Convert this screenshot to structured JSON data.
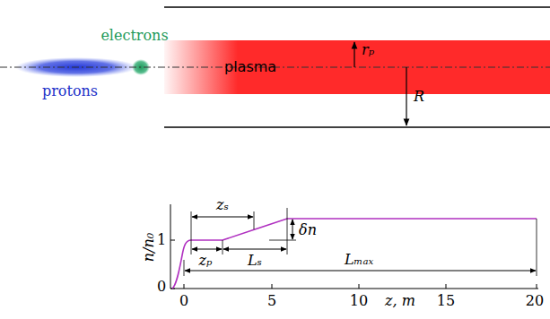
{
  "diagram": {
    "nodes": [
      {
        "text": [
          "plasma"
        ]
      }
    ],
    "labels": [
      "electrons",
      "protons",
      "rₚ",
      "R",
      "zₛ",
      "δn",
      "zₚ",
      "Lₛ",
      "Lₘₐₓ",
      "1",
      "0",
      "0",
      "5",
      "10",
      "15",
      "20",
      "z, m",
      "n/n₀"
    ]
  }
}
